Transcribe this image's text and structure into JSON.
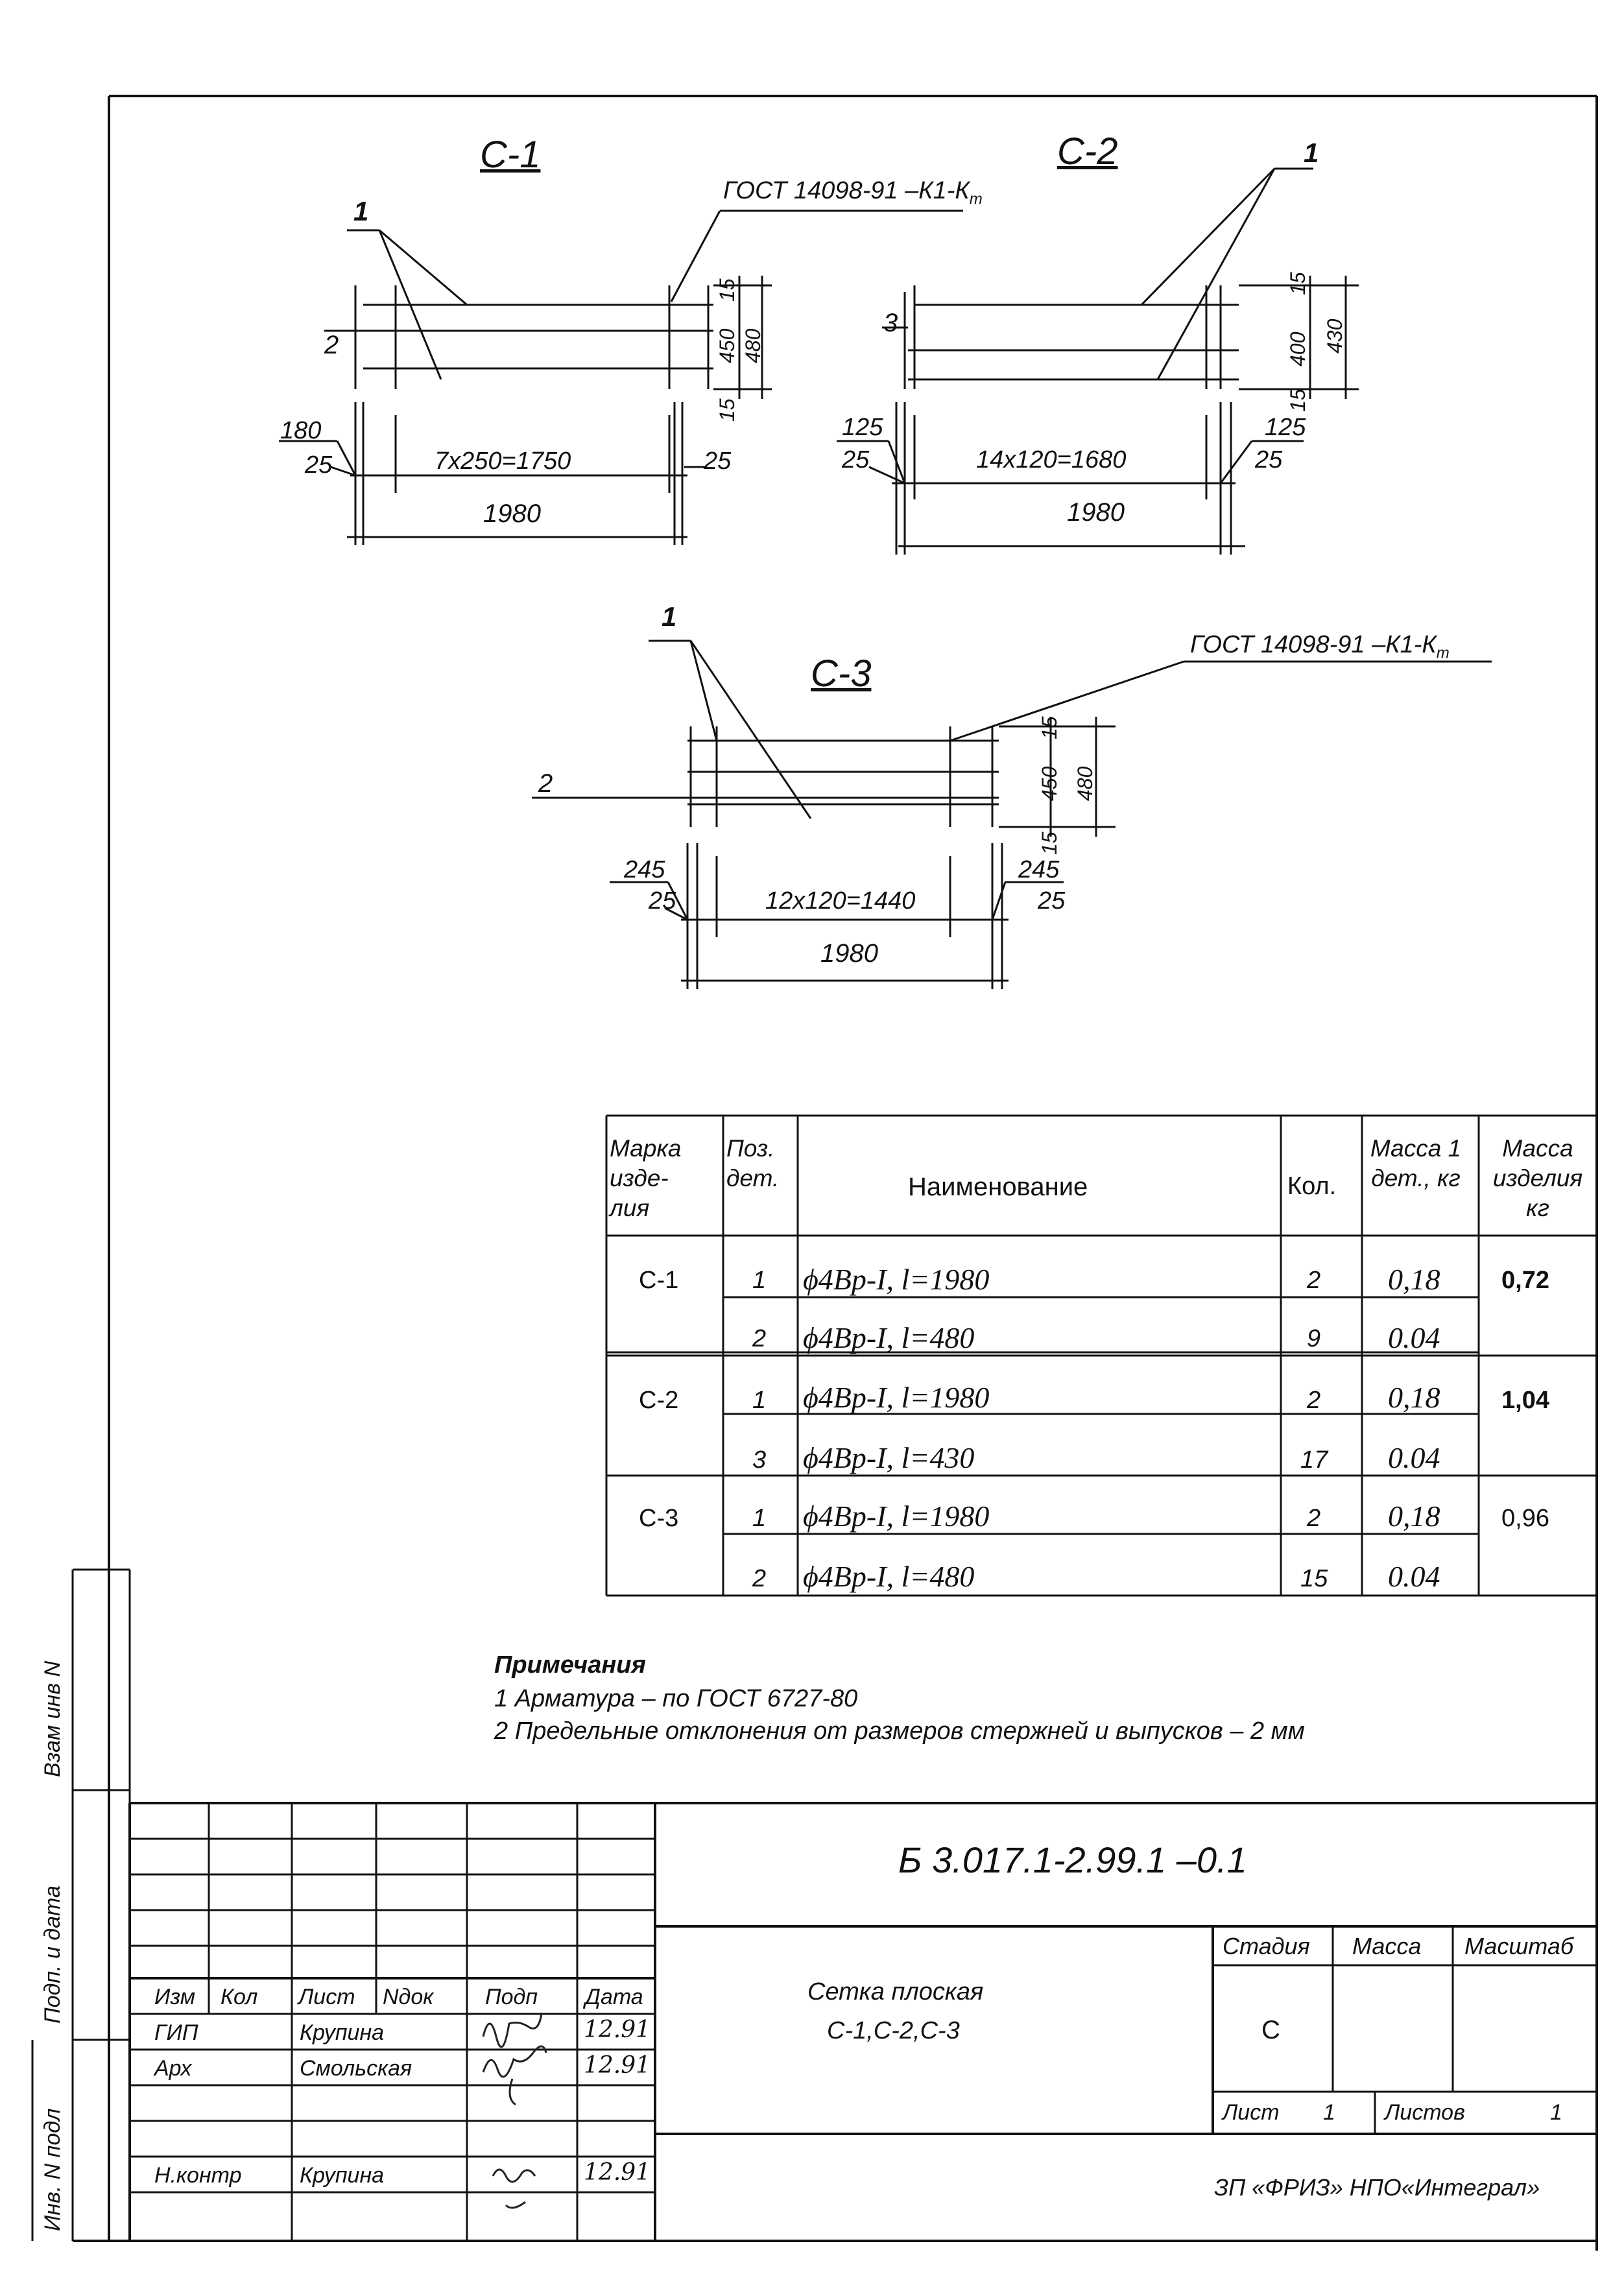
{
  "drawings": {
    "c1": {
      "title": "С-1",
      "gost": "ГОСТ 14098-91 –К1-К",
      "gost_sub": "т",
      "pos_upper": "1",
      "pos_left": "2",
      "dim_top": "15",
      "dim_inner": "450",
      "dim_outer": "480",
      "dim_bottom": "15",
      "overhang_left": "180",
      "edge_left": "25",
      "span": "7x250=1750",
      "edge_right": "25",
      "total": "1980"
    },
    "c2": {
      "title": "С-2",
      "pos_upper": "1",
      "pos_left": "3",
      "dim_top": "15",
      "dim_inner": "400",
      "dim_outer": "430",
      "dim_bottom": "15",
      "overhang_left": "125",
      "edge_left": "25",
      "span": "14x120=1680",
      "overhang_right": "125",
      "edge_right": "25",
      "total": "1980"
    },
    "c3": {
      "title": "С-3",
      "gost": "ГОСТ 14098-91 –К1-К",
      "gost_sub": "т",
      "pos_upper": "1",
      "pos_left": "2",
      "dim_top": "15",
      "dim_inner": "450",
      "dim_outer": "480",
      "dim_bottom": "15",
      "overhang_left": "245",
      "edge_left": "25",
      "span": "12x120=1440",
      "overhang_right": "245",
      "edge_right": "25",
      "total": "1980"
    }
  },
  "spec_table": {
    "headers": {
      "mark": "Марка изде- лия",
      "pos": "Поз. дет.",
      "name": "Наименование",
      "qty": "Кол.",
      "mass_part": "Масса 1 дет., кг",
      "mass_item": "Масса изделия кг"
    },
    "groups": [
      {
        "mark": "С-1",
        "mass_item": "0,72",
        "rows": [
          {
            "pos": "1",
            "name": "ϕ4Вр-I, l=1980",
            "qty": "2",
            "mass": "0,18"
          },
          {
            "pos": "2",
            "name": "ϕ4Вр-I, l=480",
            "qty": "9",
            "mass": "0.04"
          }
        ]
      },
      {
        "mark": "С-2",
        "mass_item": "1,04",
        "rows": [
          {
            "pos": "1",
            "name": "ϕ4Вр-I, l=1980",
            "qty": "2",
            "mass": "0,18"
          },
          {
            "pos": "3",
            "name": "ϕ4Вр-I, l=430",
            "qty": "17",
            "mass": "0.04"
          }
        ]
      },
      {
        "mark": "С-3",
        "mass_item": "0,96",
        "rows": [
          {
            "pos": "1",
            "name": "ϕ4Вр-I, l=1980",
            "qty": "2",
            "mass": "0,18"
          },
          {
            "pos": "2",
            "name": "ϕ4Вр-I, l=480",
            "qty": "15",
            "mass": "0.04"
          }
        ]
      }
    ]
  },
  "notes": {
    "title": "Примечания",
    "items": [
      "1 Арматура – по ГОСТ 6727-80",
      "2 Предельные отклонения от размеров стержней и выпусков – 2 мм"
    ]
  },
  "title_block": {
    "doc_code": "Б 3.017.1-2.99.1 –0.1",
    "header_cols": [
      "Изм",
      "Кол",
      "Лист",
      "Nдок",
      "Подп",
      "Дата"
    ],
    "rows": [
      {
        "role": "ГИП",
        "name": "Крупина",
        "date": "12.91"
      },
      {
        "role": "Арх",
        "name": "Смольская",
        "date": "12.91"
      },
      {
        "role": "Н.контр",
        "name": "Крупина",
        "date": "12.91"
      }
    ],
    "product_name": "Сетка плоская",
    "product_marks": "С-1,С-2,С-3",
    "stage_label": "Стадия",
    "mass_label": "Масса",
    "scale_label": "Масштаб",
    "stage_value": "С",
    "sheet_label": "Лист",
    "sheet_value": "1",
    "sheets_label": "Листов",
    "sheets_value": "1",
    "org": "ЗП «ФРИЗ» НПО«Интеграл»"
  },
  "side_stamp": {
    "inv_label": "Взам инв N",
    "sign_label": "Подп. и дата",
    "orig_label": "Инв. N подл"
  }
}
